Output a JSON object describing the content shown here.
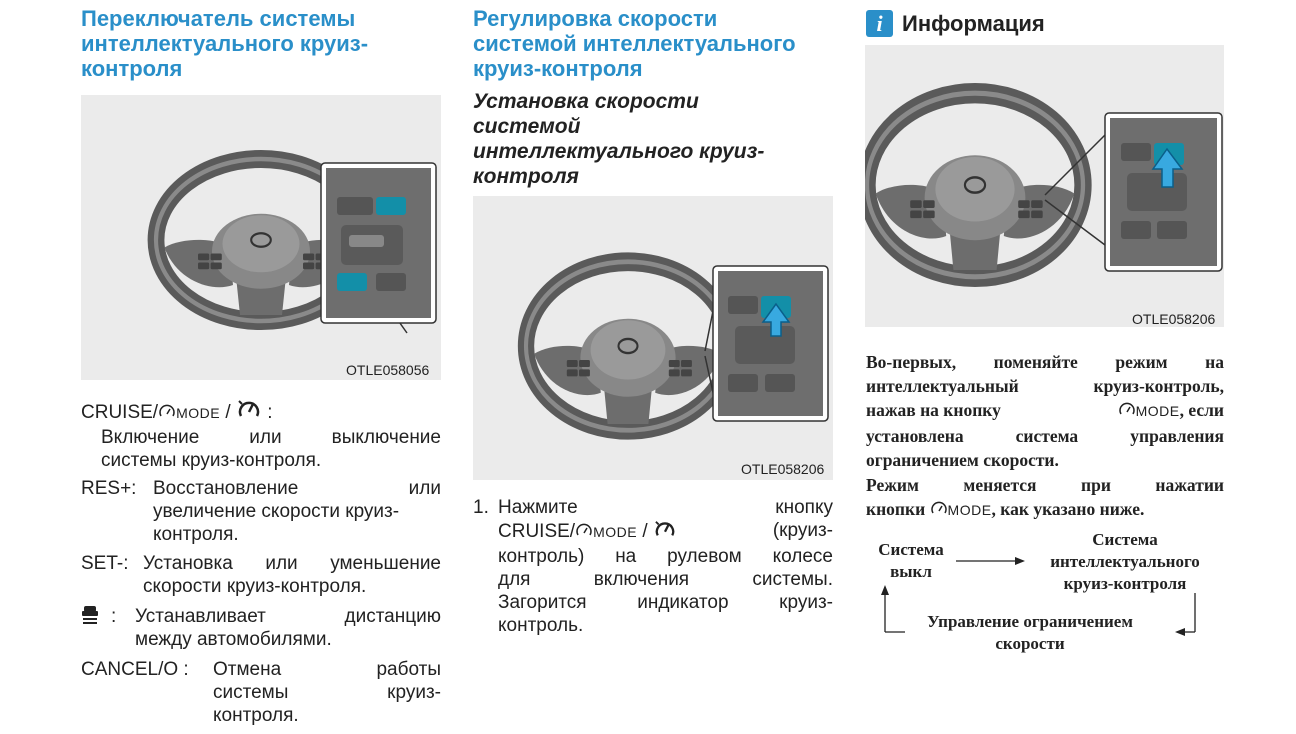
{
  "col1": {
    "title_lines": [
      "Переключатель системы",
      "интеллектуального круиз-",
      "контроля"
    ],
    "figure_code": "OTLE058056",
    "cruise_label": "CRUISE/",
    "mode_text": "MODE",
    "cruise_desc_lines": [
      "Включение или выключение",
      "системы круиз-контроля."
    ],
    "res_label": "RES+:",
    "res_desc_lines": [
      "Восстановление или",
      "увеличение скорости круиз-",
      "контроля."
    ],
    "set_label": "SET-:",
    "set_desc_lines": [
      "Установка или уменьшение",
      "скорости круиз-контроля."
    ],
    "distance_colon": ":",
    "distance_desc_lines": [
      "Устанавливает дистанцию",
      "между автомобилями."
    ],
    "cancel_label": "CANCEL/O :",
    "cancel_desc_lines": [
      "Отмена работы",
      "системы круиз-",
      "контроля."
    ]
  },
  "col2": {
    "title_lines": [
      "Регулировка скорости",
      "системой интеллектуального",
      "круиз-контроля"
    ],
    "subtitle_lines": [
      "Установка скорости",
      "системой",
      "интеллектуального круиз-",
      "контроля"
    ],
    "figure_code": "OTLE058206",
    "step_number": "1.",
    "step_lines": [
      "Нажмите кнопку",
      "(круиз-",
      "контроль) на рулевом колесе",
      "для включения системы.",
      "Загорится индикатор круиз-",
      "контроль."
    ],
    "cruise_label": "CRUISE/",
    "mode_text": "MODE"
  },
  "col3": {
    "badge": "i",
    "title": "Информация",
    "figure_code": "OTLE058206",
    "para1_lines": [
      "Во-первых, поменяйте режим на",
      "интеллектуальный круиз-контроль,",
      "нажав на кнопку",
      ", если",
      "установлена система управления",
      "ограничением скорости."
    ],
    "para2_lines": [
      "Режим меняется при нажатии",
      "кнопки",
      ", как указано ниже."
    ],
    "mode_text": "MODE",
    "diagram": {
      "off_lines": [
        "Система",
        "выкл"
      ],
      "smart_lines": [
        "Система",
        "интеллектуального",
        "круиз-контроля"
      ],
      "limit_lines": [
        "Управление ограничением",
        "скорости"
      ]
    }
  }
}
